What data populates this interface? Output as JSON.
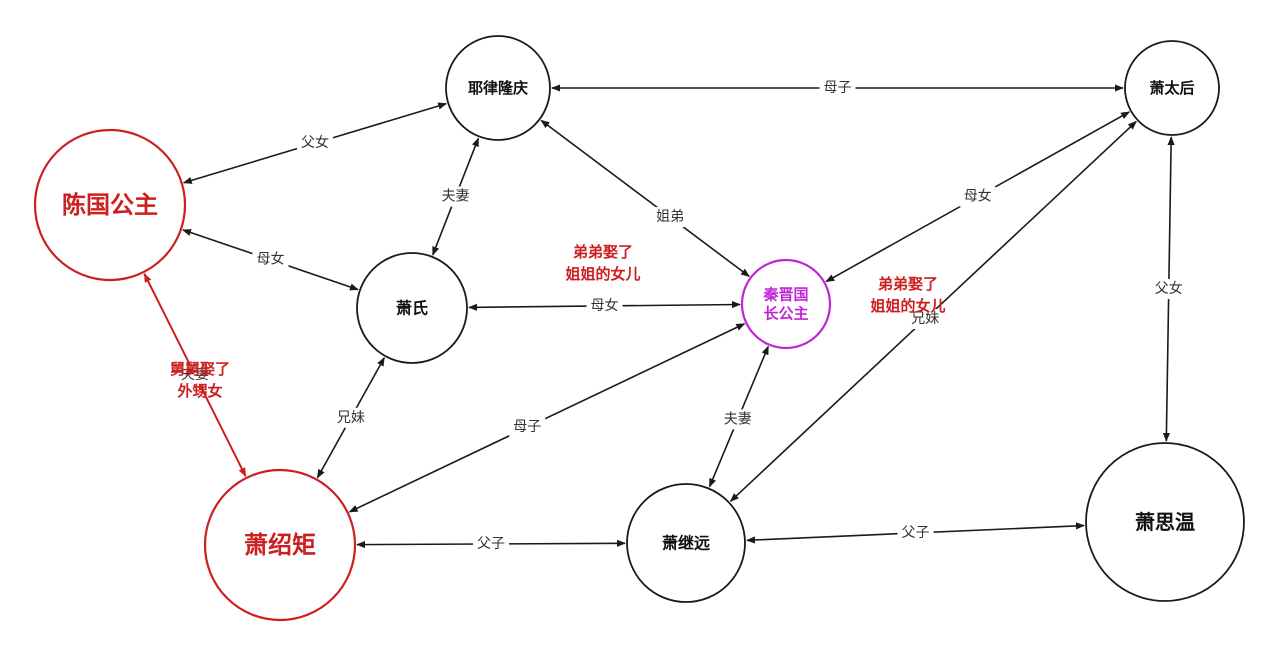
{
  "colors": {
    "black": "#1a1a1a",
    "red": "#cc1f1f",
    "magenta": "#c026d3",
    "label_bg": "#ffffff"
  },
  "nodes": [
    {
      "id": "chen",
      "label": "陈国公主",
      "color": "red"
    },
    {
      "id": "yelv",
      "label": "耶律隆庆",
      "color": "black"
    },
    {
      "id": "xiaotaihou",
      "label": "萧太后",
      "color": "black"
    },
    {
      "id": "xiaoshi",
      "label": "萧氏",
      "color": "black"
    },
    {
      "id": "qinjin",
      "label": "秦晋国长公主",
      "label_lines": [
        "秦晋国",
        "长公主"
      ],
      "color": "magenta"
    },
    {
      "id": "xiaoshaoju",
      "label": "萧绍矩",
      "color": "red"
    },
    {
      "id": "xiaojiyuan",
      "label": "萧继远",
      "color": "black"
    },
    {
      "id": "xiaosiwen",
      "label": "萧思温",
      "color": "black"
    }
  ],
  "edges": [
    {
      "from": "chen",
      "to": "yelv",
      "label": "父女",
      "color": "black"
    },
    {
      "from": "yelv",
      "to": "xiaotaihou",
      "label": "母子",
      "color": "black"
    },
    {
      "from": "yelv",
      "to": "xiaoshi",
      "label": "夫妻",
      "color": "black"
    },
    {
      "from": "chen",
      "to": "xiaoshi",
      "label": "母女",
      "color": "black"
    },
    {
      "from": "yelv",
      "to": "qinjin",
      "label": "姐弟",
      "color": "black"
    },
    {
      "from": "qinjin",
      "to": "xiaoshi",
      "label": "母女",
      "color": "black"
    },
    {
      "from": "xiaotaihou",
      "to": "qinjin",
      "label": "母女",
      "color": "black"
    },
    {
      "from": "chen",
      "to": "xiaoshaoju",
      "label": "夫妻",
      "color": "red"
    },
    {
      "from": "xiaoshi",
      "to": "xiaoshaoju",
      "label": "兄妹",
      "color": "black"
    },
    {
      "from": "qinjin",
      "to": "xiaoshaoju",
      "label": "母子",
      "color": "black"
    },
    {
      "from": "qinjin",
      "to": "xiaojiyuan",
      "label": "夫妻",
      "color": "black"
    },
    {
      "from": "xiaotaihou",
      "to": "xiaojiyuan",
      "label": "兄妹",
      "color": "black"
    },
    {
      "from": "xiaotaihou",
      "to": "xiaosiwen",
      "label": "父女",
      "color": "black"
    },
    {
      "from": "xiaoshaoju",
      "to": "xiaojiyuan",
      "label": "父子",
      "color": "black"
    },
    {
      "from": "xiaojiyuan",
      "to": "xiaosiwen",
      "label": "父子",
      "color": "black"
    }
  ],
  "notes": [
    {
      "id": "note-center",
      "lines": [
        "弟弟娶了",
        "姐姐的女儿"
      ],
      "color": "red"
    },
    {
      "id": "note-right",
      "lines": [
        "弟弟娶了",
        "姐姐的女儿"
      ],
      "color": "red"
    },
    {
      "id": "note-left",
      "lines": [
        "舅舅娶了",
        "外甥女"
      ],
      "color": "red"
    }
  ]
}
